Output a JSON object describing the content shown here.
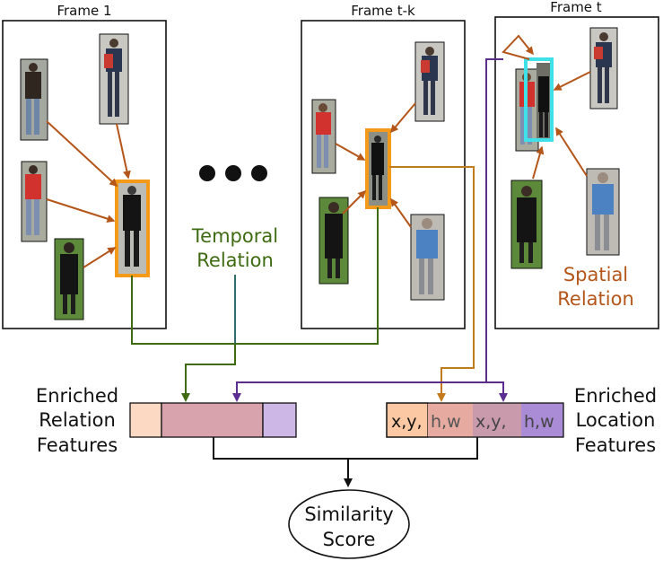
{
  "frames": [
    {
      "title": "Frame 1"
    },
    {
      "title": "Frame t-k"
    },
    {
      "title": "Frame t"
    }
  ],
  "labels": {
    "temporal_line1": "Temporal",
    "temporal_line2": "Relation",
    "spatial_line1": "Spatial",
    "spatial_line2": "Relation",
    "enriched_rel_1": "Enriched",
    "enriched_rel_2": "Relation",
    "enriched_rel_3": "Features",
    "enriched_loc_1": "Enriched",
    "enriched_loc_2": "Location",
    "enriched_loc_3": "Features",
    "similarity_1": "Similarity",
    "similarity_2": "Score"
  },
  "location_features": {
    "first_xy": "x,y,",
    "first_hw": "h,w",
    "second_xy": "x,y,",
    "second_hw": "h,w"
  },
  "colors": {
    "temporal": "#3e6b12",
    "spatial": "#b4561a",
    "purple_arrow": "#5b2d91",
    "orange_box": "#f39a1a",
    "cyan_box": "#3fe0e8",
    "peach": "#fcd9c2",
    "rose": "#d9a3ad",
    "lavender": "#cdb7e6",
    "purple": "#a98bd6"
  }
}
